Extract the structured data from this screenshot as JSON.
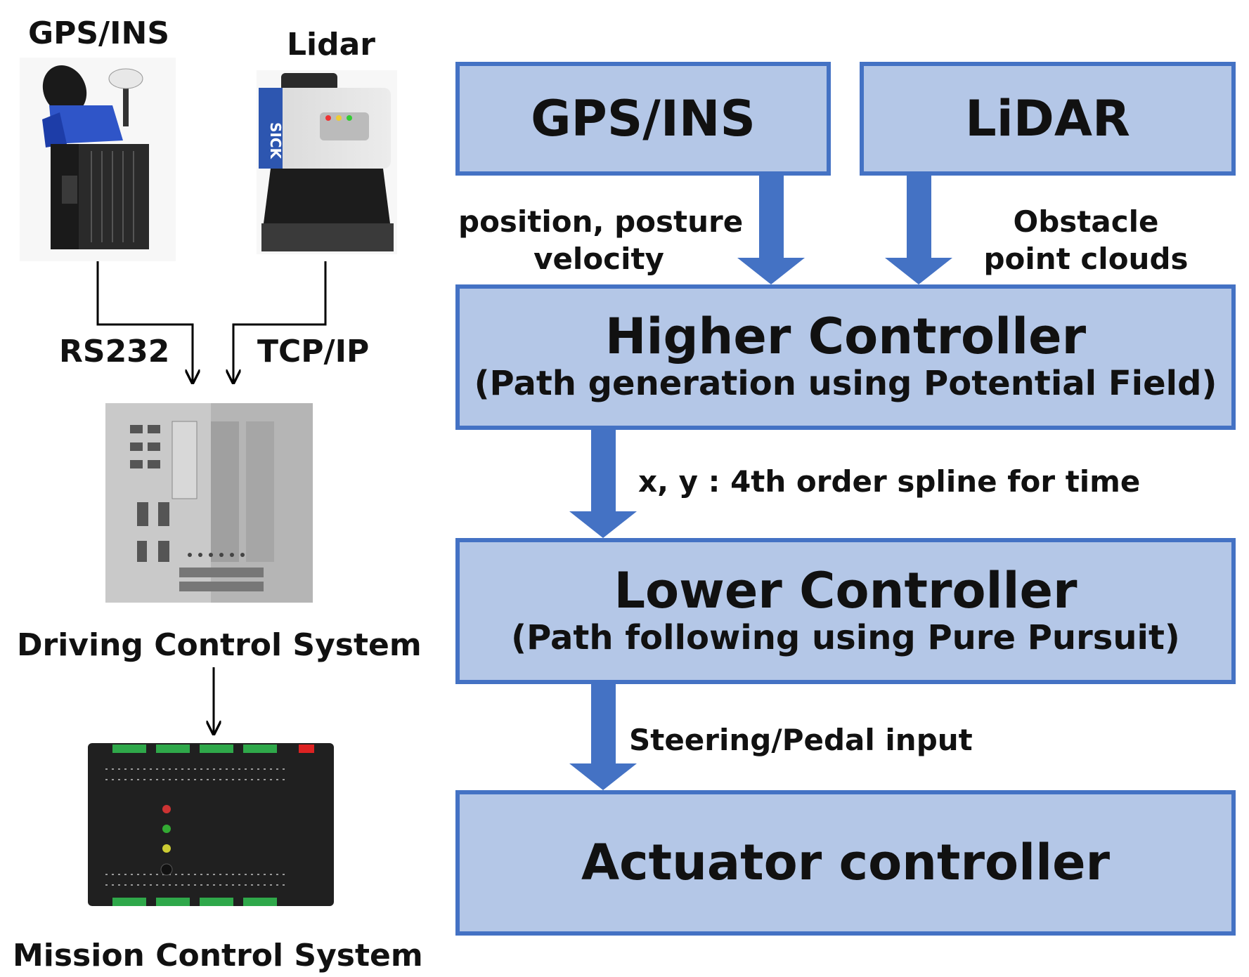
{
  "hardware": {
    "gps_label": "GPS/INS",
    "lidar_label": "Lidar",
    "rs232_label": "RS232",
    "tcpip_label": "TCP/IP",
    "driving_label": "Driving Control System",
    "mission_label": "Mission Control System",
    "lidar_brand": "SICK"
  },
  "flow": {
    "gps_box": "GPS/INS",
    "lidar_box": "LiDAR",
    "gps_note_line1": "position, posture",
    "gps_note_line2": "velocity",
    "lidar_note_line1": "Obstacle",
    "lidar_note_line2": "point clouds",
    "higher_title": "Higher Controller",
    "higher_sub": "(Path generation using Potential Field)",
    "spline_note": "x, y : 4th order spline for time",
    "lower_title": "Lower Controller",
    "lower_sub": "(Path following using Pure Pursuit)",
    "steer_note": "Steering/Pedal input",
    "actuator_title": "Actuator controller"
  },
  "colors": {
    "box_fill": "#b4c7e7",
    "box_border": "#4472c4",
    "arrow": "#4472c4",
    "line": "#000000"
  }
}
